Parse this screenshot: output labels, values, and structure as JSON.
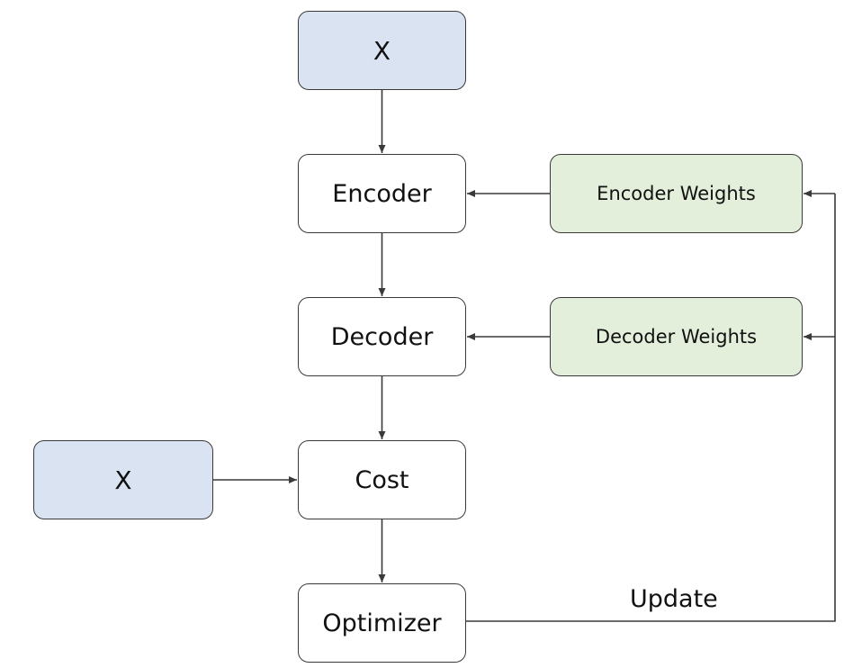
{
  "diagram": {
    "nodes": {
      "input_top": "X",
      "encoder": "Encoder",
      "decoder": "Decoder",
      "cost": "Cost",
      "optimizer": "Optimizer",
      "input_left": "X",
      "encoder_weights": "Encoder Weights",
      "decoder_weights": "Decoder Weights"
    },
    "edge_labels": {
      "update": "Update"
    },
    "colors": {
      "input_fill": "#dae3f1",
      "weights_fill": "#e3eedb",
      "stroke": "#3a3a3a"
    },
    "edges": [
      {
        "from": "input_top",
        "to": "encoder"
      },
      {
        "from": "encoder",
        "to": "decoder"
      },
      {
        "from": "decoder",
        "to": "cost"
      },
      {
        "from": "cost",
        "to": "optimizer"
      },
      {
        "from": "input_left",
        "to": "cost"
      },
      {
        "from": "encoder_weights",
        "to": "encoder"
      },
      {
        "from": "decoder_weights",
        "to": "decoder"
      },
      {
        "from": "optimizer",
        "to": "encoder_weights",
        "label": "update"
      },
      {
        "from": "optimizer",
        "to": "decoder_weights",
        "label": "update"
      }
    ]
  }
}
